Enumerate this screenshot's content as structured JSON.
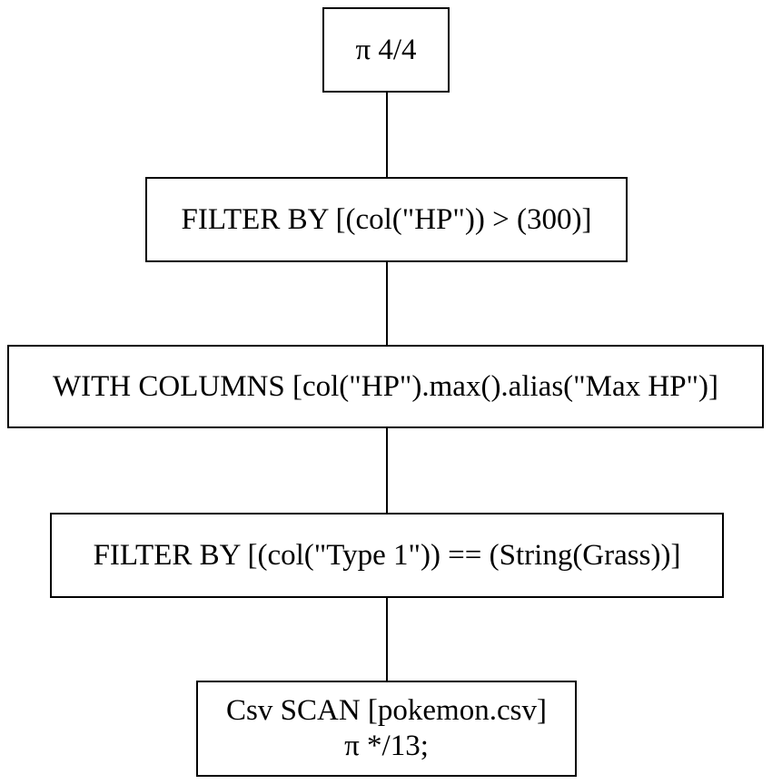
{
  "nodes": {
    "projection": {
      "label": "π 4/4"
    },
    "filter_hp": {
      "label": "FILTER BY [(col(\"HP\")) > (300)]"
    },
    "with_columns": {
      "label": "WITH COLUMNS [col(\"HP\").max().alias(\"Max HP\")]"
    },
    "filter_type": {
      "label": "FILTER BY [(col(\"Type 1\")) == (String(Grass))]"
    },
    "csv_scan": {
      "label": "Csv SCAN [pokemon.csv]",
      "projection": "π */13;"
    }
  }
}
